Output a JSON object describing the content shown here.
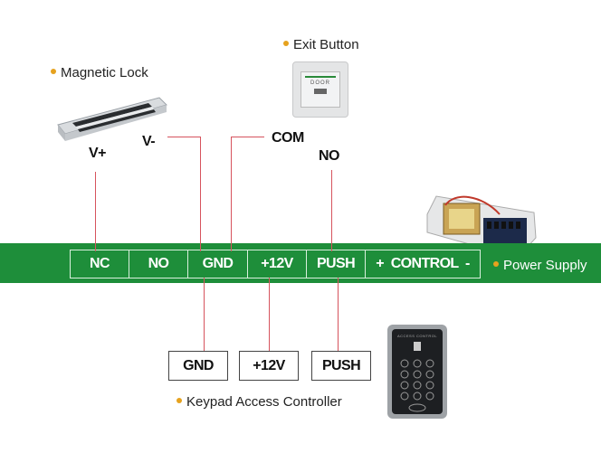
{
  "devices": {
    "magnetic_lock": {
      "label": "Magnetic Lock",
      "icon": "magnetic-lock-image"
    },
    "exit_button": {
      "label": "Exit Button",
      "icon": "exit-button-image",
      "face_text": "DOOR"
    },
    "power_supply": {
      "label": "Power Supply",
      "icon": "power-supply-image"
    },
    "keypad": {
      "label": "Keypad Access Controller",
      "icon": "keypad-image",
      "face_text": "ACCESS CONTROL"
    }
  },
  "wire_labels": {
    "v_plus": "V+",
    "v_minus": "V-",
    "com": "COM",
    "no": "NO"
  },
  "terminals": [
    "NC",
    "NO",
    "GND",
    "+12V",
    "PUSH",
    "+  CONTROL  -"
  ],
  "keypad_terminals": [
    "GND",
    "+12V",
    "PUSH"
  ],
  "colors": {
    "band": "#1e8e3a",
    "wire": "#d6535d",
    "bullet": "#e6a21e"
  }
}
